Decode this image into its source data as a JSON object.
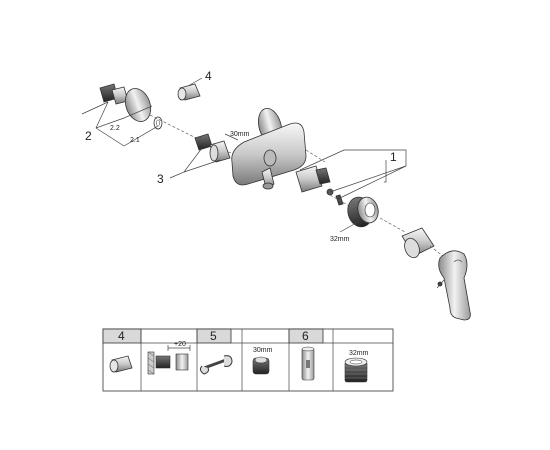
{
  "diagram": {
    "callouts": {
      "c1": "1",
      "c2": "2",
      "c3": "3",
      "c4": "4",
      "c2_1": "2.1",
      "c2_2": "2.2"
    },
    "dims": {
      "d30_top": "30mm",
      "d32_left": "32mm"
    }
  },
  "legend": {
    "headers": {
      "h4": "4",
      "h5": "5",
      "h6": "6"
    },
    "plus20": "+20",
    "d30": "30mm",
    "d32": "32mm"
  },
  "colors": {
    "stroke": "#333333",
    "chrome_light": "#f2f2f2",
    "chrome_mid": "#bdbdbd",
    "chrome_dark": "#6e6e6e",
    "header_bg": "#d9d9d9"
  }
}
